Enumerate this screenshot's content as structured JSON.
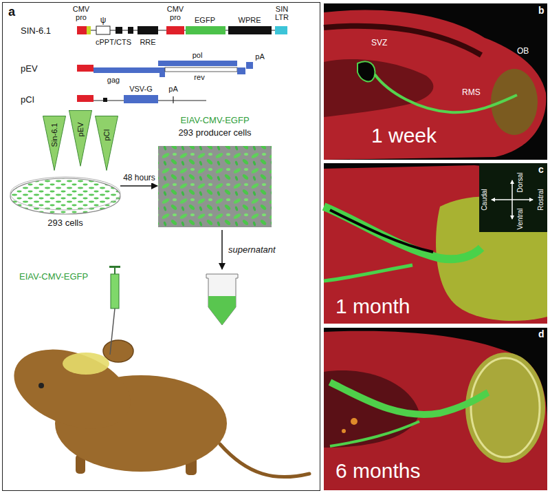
{
  "diagram": {
    "nodes": [
      {
        "text": [
          "a"
        ]
      },
      {
        "text": [
          "Sin-6.1"
        ],
        "in": 0
      },
      {
        "text": [
          "pEV"
        ],
        "in": 0
      },
      {
        "text": [
          "pCI"
        ],
        "in": 0
      },
      {
        "text": [
          "293 cells"
        ],
        "in": 0
      },
      {
        "text": [
          "EIAV-CMV-EGFP",
          "293 producer cells"
        ],
        "in": 0
      },
      {
        "text": [
          "b",
          "SVZ",
          "OB",
          "RMS",
          "1 week"
        ]
      },
      {
        "text": [
          "c",
          "Dorsal",
          "Caudal",
          "Rostral",
          "Ventral",
          "1 month"
        ]
      },
      {
        "text": [
          "d",
          "6 months"
        ]
      }
    ],
    "edges": [
      {
        "from": 4,
        "to": 5,
        "arrow": "to",
        "label": "48 hours"
      }
    ],
    "labels": [
      "SIN-6.1",
      "CMV pro",
      "ψ",
      "cPPT/CTS",
      "RRE",
      "CMV pro",
      "EGFP",
      "WPRE",
      "SIN LTR",
      "pEV",
      "pol",
      "pA",
      "gag",
      "rev",
      "pCI",
      "VSV-G",
      "pA",
      "supernatant",
      "EIAV-CMV-EGFP"
    ]
  }
}
